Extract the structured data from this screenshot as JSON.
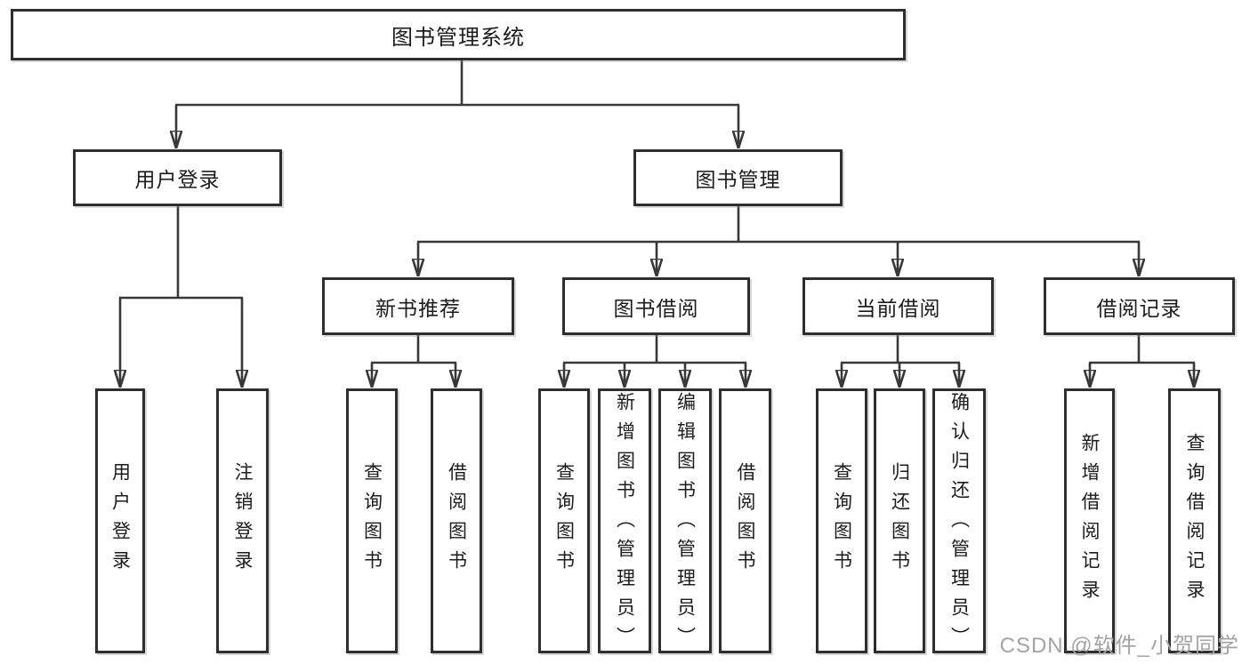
{
  "tree": {
    "label": "图书管理系统",
    "children": [
      {
        "label": "用户登录",
        "children": [
          {
            "label": "用户登录"
          },
          {
            "label": "注销登录"
          }
        ]
      },
      {
        "label": "图书管理",
        "children": [
          {
            "label": "新书推荐",
            "children": [
              {
                "label": "查询图书"
              },
              {
                "label": "借阅图书"
              }
            ]
          },
          {
            "label": "图书借阅",
            "children": [
              {
                "label": "查询图书"
              },
              {
                "label": "新增图书（管理员）"
              },
              {
                "label": "编辑图书（管理员）"
              },
              {
                "label": "借阅图书"
              }
            ]
          },
          {
            "label": "当前借阅",
            "children": [
              {
                "label": "查询图书"
              },
              {
                "label": "归还图书"
              },
              {
                "label": "确认归还（管理员）"
              }
            ]
          },
          {
            "label": "借阅记录",
            "children": [
              {
                "label": "新增借阅记录"
              },
              {
                "label": "查询借阅记录"
              }
            ]
          }
        ]
      }
    ]
  },
  "watermark": {
    "text": "CSDN @软件_小贺同学"
  },
  "colors": {
    "line": "#383838",
    "box_border": "#2e2e2e",
    "text": "#1c1c1c",
    "watermark": "#a4a4a4",
    "background": "#ffffff"
  }
}
